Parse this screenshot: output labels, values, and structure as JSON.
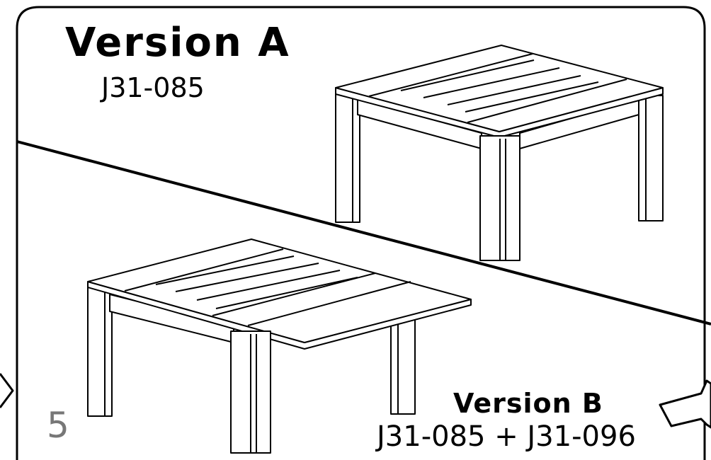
{
  "version_a": {
    "title": "Version A",
    "code": "J31-085"
  },
  "version_b": {
    "title": "Version B",
    "code": "J31-085 + J31-096"
  },
  "step_number": "5",
  "colors": {
    "line": "#000000",
    "step_number": "#777777",
    "background": "#ffffff"
  }
}
